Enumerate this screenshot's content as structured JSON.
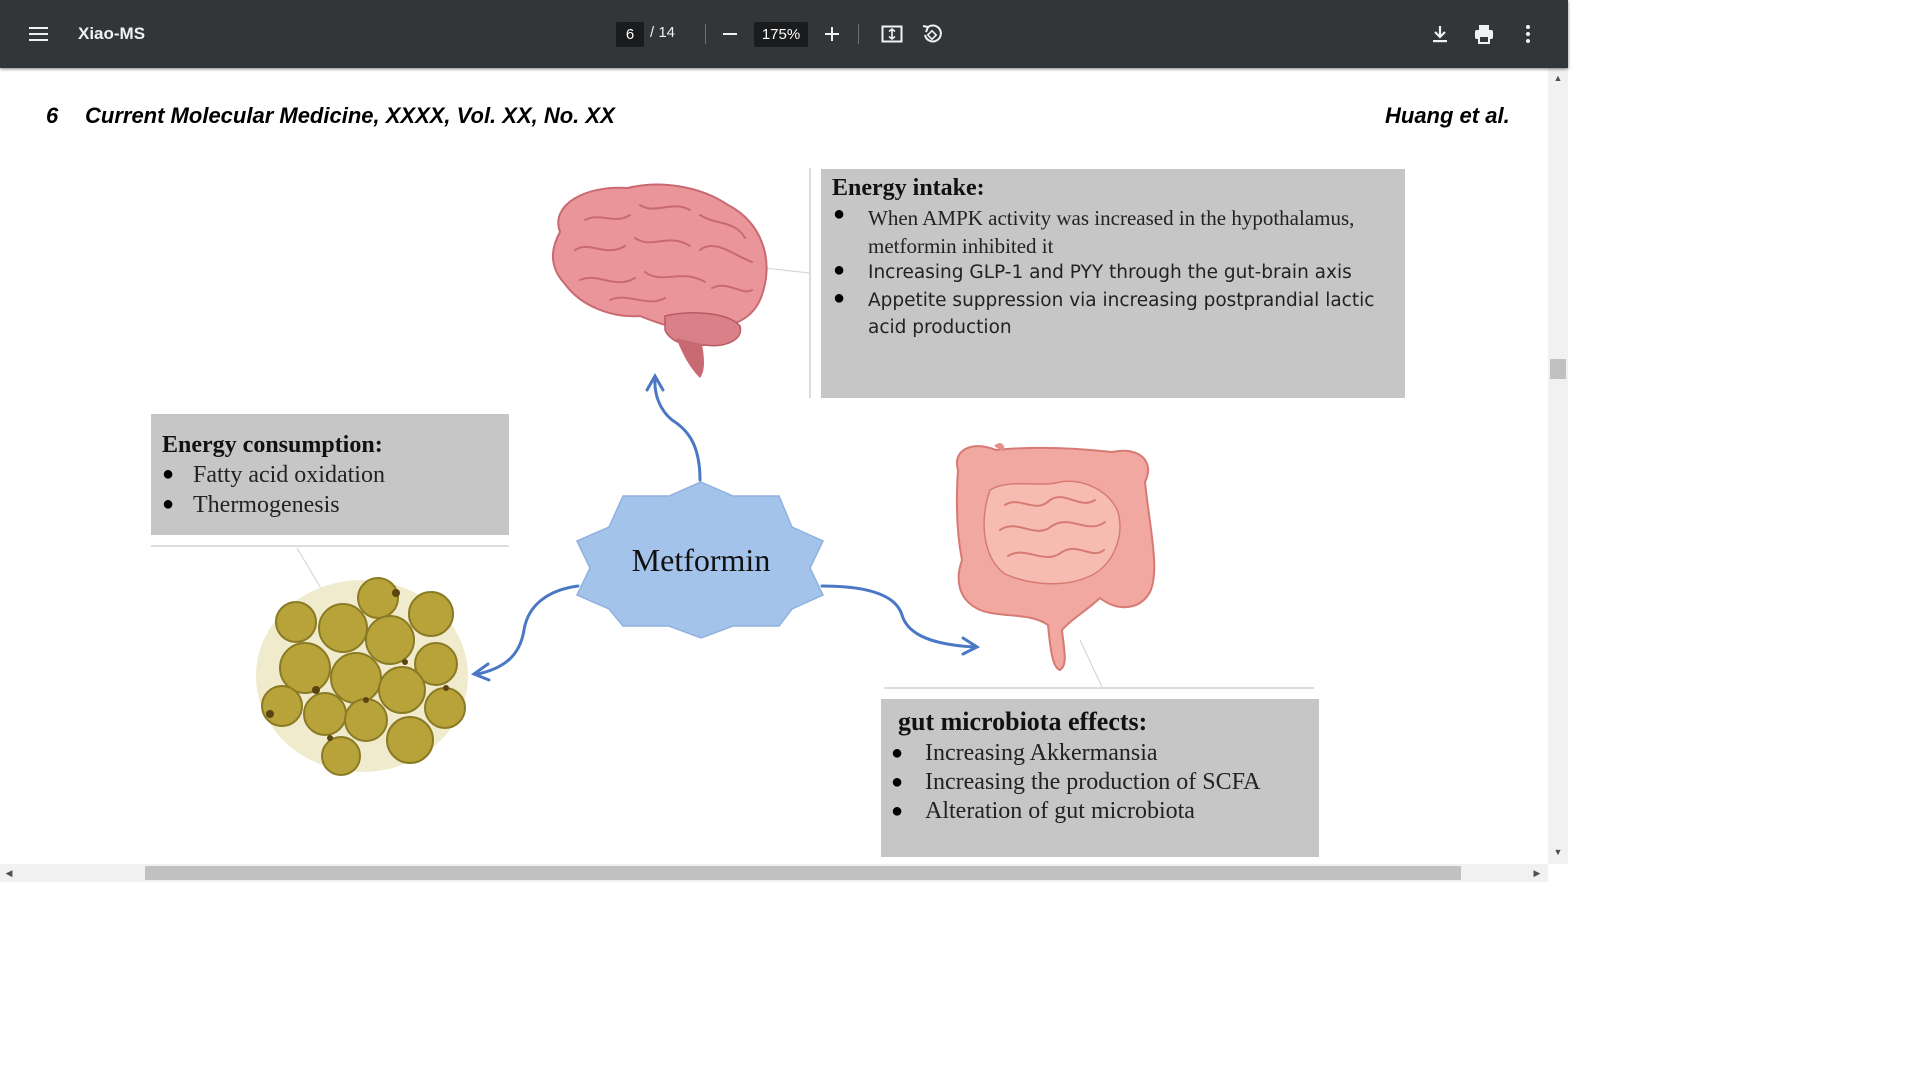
{
  "toolbar": {
    "title": "Xiao-MS",
    "page_current": "6",
    "page_total": "/ 14",
    "zoom": "175%"
  },
  "header": {
    "page_number": "6",
    "journal": "Current Molecular Medicine, XXXX, Vol. XX, No. XX",
    "authors": "Huang et al."
  },
  "figure": {
    "center_label": "Metformin",
    "energy_intake": {
      "title": "Energy intake:",
      "items": [
        "When AMPK activity was increased in the hypothalamus,",
        "metformin inhibited it",
        "Increasing GLP-1 and PYY through the gut-brain axis",
        "Appetite suppression via increasing postprandial lactic",
        "acid production"
      ]
    },
    "energy_consumption": {
      "title": "Energy consumption:",
      "items": [
        "Fatty acid oxidation",
        "Thermogenesis"
      ]
    },
    "gut_microbiota": {
      "title": "gut microbiota effects:",
      "items": [
        "Increasing Akkermansia",
        "Increasing the production of SCFA",
        "Alteration of gut microbiota"
      ]
    }
  },
  "colors": {
    "toolbar_bg": "#323639",
    "box_bg": "#c6c6c6",
    "metformin_fill": "#a4c3ea",
    "arrow": "#4a78c4",
    "fat_cell": "#b8a23a",
    "brain": "#e9959a",
    "intestine": "#f0a8a0"
  }
}
